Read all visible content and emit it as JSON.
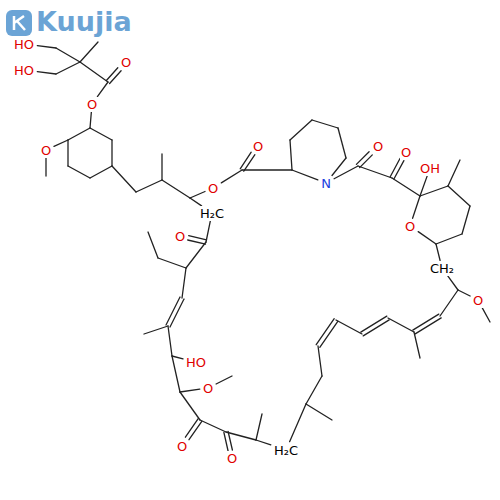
{
  "diagram": {
    "labels": [
      "Kuujia",
      "HO",
      "HO",
      "O",
      "O",
      "O",
      "O",
      "H₂C",
      "O",
      "N",
      "O",
      "O",
      "OH",
      "O",
      "CH₂",
      "O",
      "O",
      "HO",
      "O",
      "O",
      "O",
      "H₂C"
    ]
  }
}
